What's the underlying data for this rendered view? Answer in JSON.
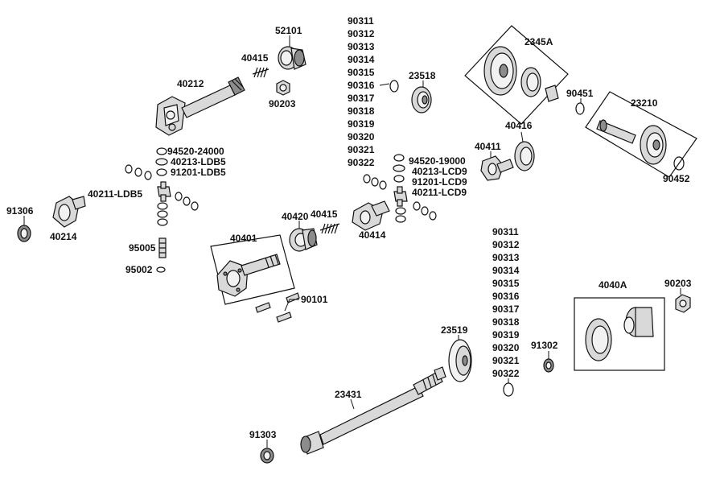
{
  "labels": {
    "l_52101": "52101",
    "l_40415_top": "40415",
    "l_40212": "40212",
    "l_90203_top": "90203",
    "l_90311_a": "90311",
    "l_90312_a": "90312",
    "l_90313_a": "90313",
    "l_90314_a": "90314",
    "l_90315_a": "90315",
    "l_90316_a": "90316",
    "l_90317_a": "90317",
    "l_90318_a": "90318",
    "l_90319_a": "90319",
    "l_90320_a": "90320",
    "l_90321_a": "90321",
    "l_90322_a": "90322",
    "l_23518": "23518",
    "l_2345A": "2345A",
    "l_90451": "90451",
    "l_23210": "23210",
    "l_40416": "40416",
    "l_40411": "40411",
    "l_90452": "90452",
    "l_94520_24000": "94520-24000",
    "l_40213_LDB5": "40213-LDB5",
    "l_91201_LDB5": "91201-LDB5",
    "l_40211_LDB5": "40211-LDB5",
    "l_94520_19000": "94520-19000",
    "l_40213_LCD9": "40213-LCD9",
    "l_91201_LCD9": "91201-LCD9",
    "l_40211_LCD9": "40211-LCD9",
    "l_91306": "91306",
    "l_40214": "40214",
    "l_40420": "40420",
    "l_40415_mid": "40415",
    "l_40414": "40414",
    "l_40401": "40401",
    "l_95005": "95005",
    "l_95002": "95002",
    "l_90101": "90101",
    "l_90311_b": "90311",
    "l_90312_b": "90312",
    "l_90313_b": "90313",
    "l_90314_b": "90314",
    "l_90315_b": "90315",
    "l_90316_b": "90316",
    "l_90317_b": "90317",
    "l_90318_b": "90318",
    "l_90319_b": "90319",
    "l_90320_b": "90320",
    "l_90321_b": "90321",
    "l_90322_b": "90322",
    "l_23519": "23519",
    "l_91302": "91302",
    "l_4040A": "4040A",
    "l_90203_right": "90203",
    "l_23431": "23431",
    "l_91303": "91303"
  }
}
